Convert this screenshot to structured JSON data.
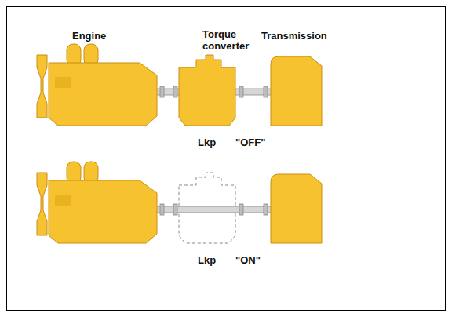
{
  "diagram": {
    "labels": [
      "Engine",
      "Torque converter",
      "Transmission",
      "Lkp",
      "\"OFF\"",
      "Lkp",
      "\"ON\""
    ]
  }
}
